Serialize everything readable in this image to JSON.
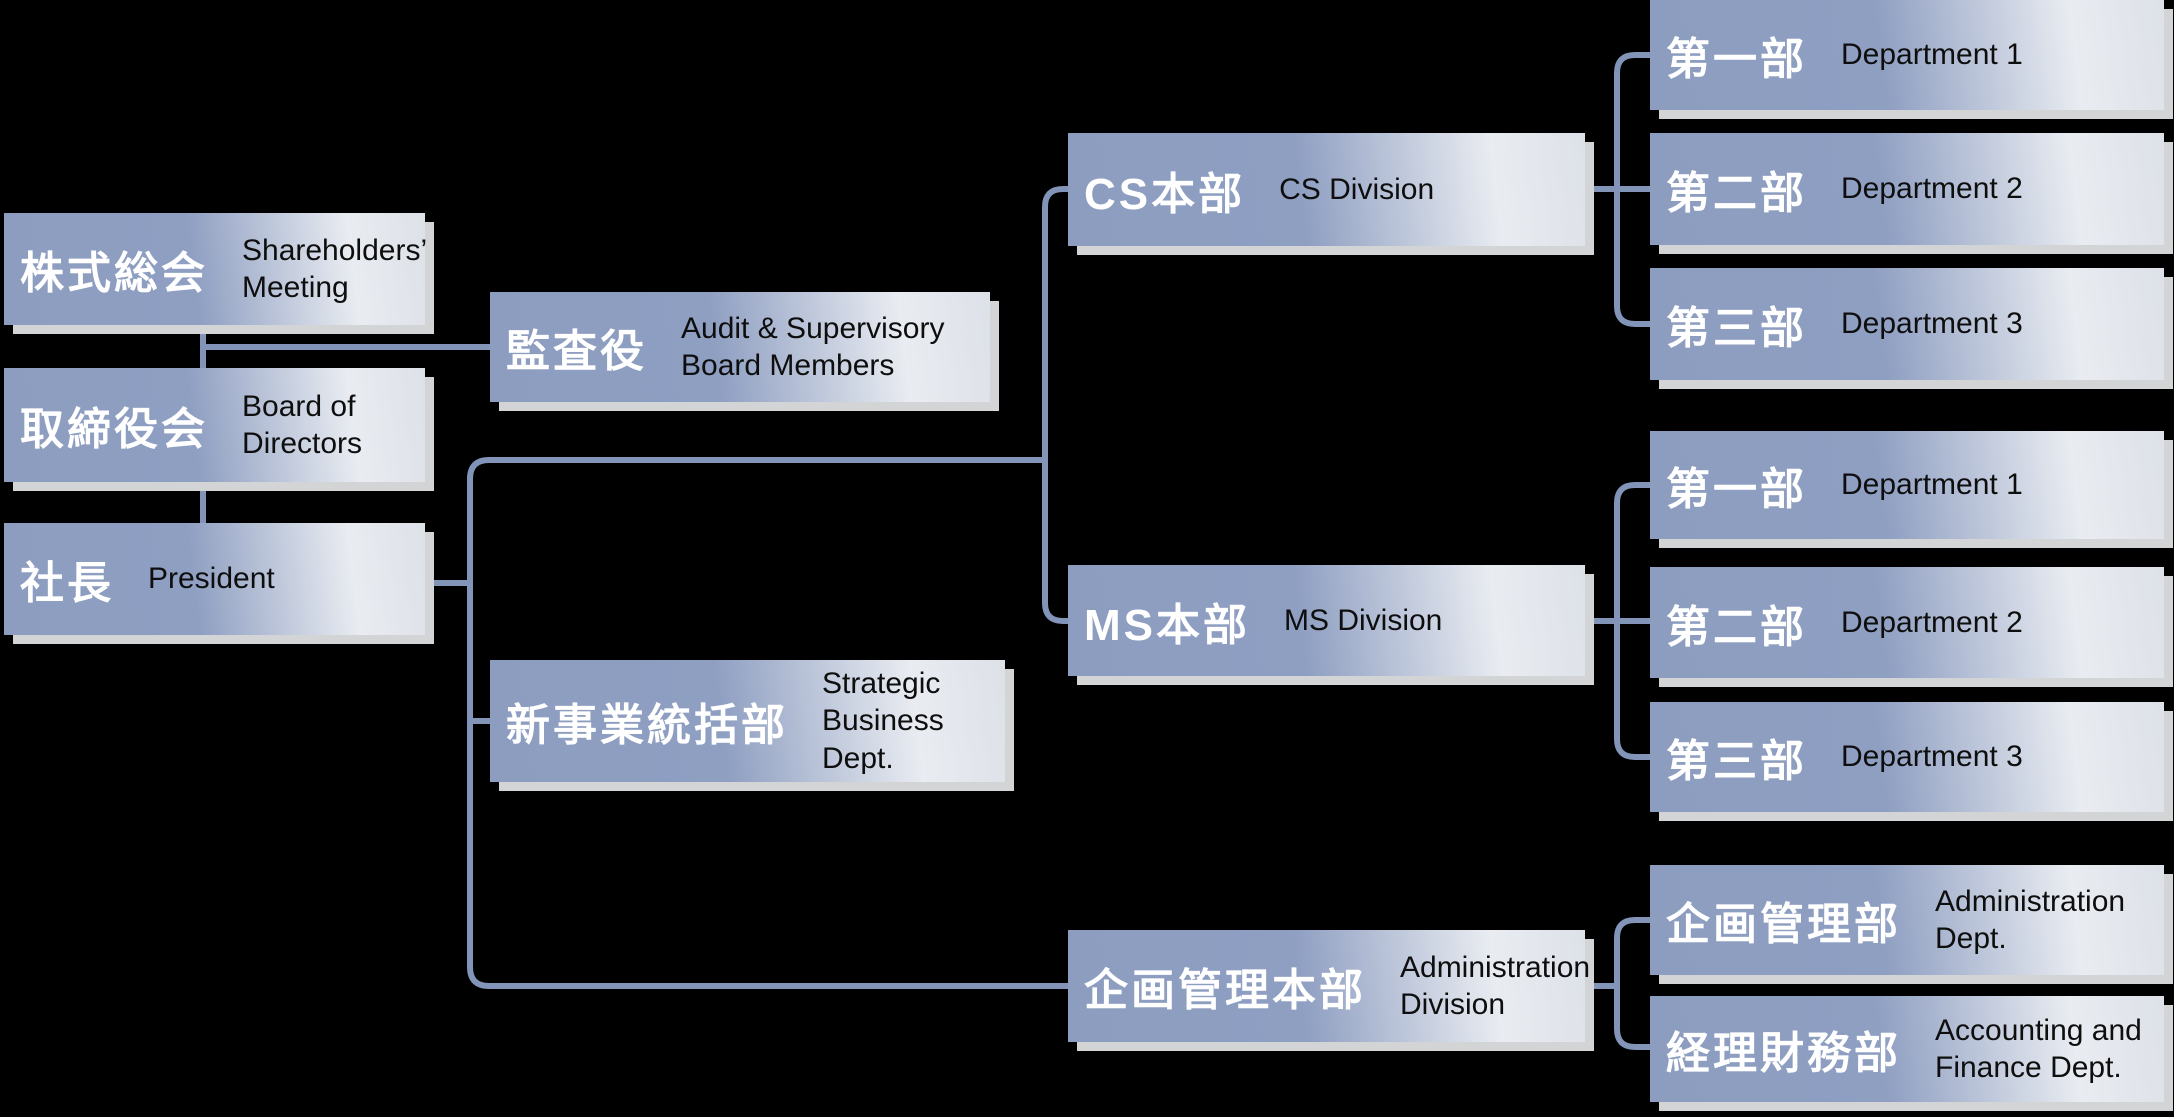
{
  "palette": {
    "background": "#000000",
    "connector": "#8294b8",
    "box_gradient_left": "#8d9dc0",
    "box_gradient_mid": "#8f9fc2",
    "box_gradient_right": "#e9ecf1",
    "box_gradient_edge": "#dde1e8",
    "box_shadow": "#d3d4d6",
    "jp_text": "#ffffff",
    "en_text": "#0e0e0e"
  },
  "nodes": {
    "shareholders": {
      "jp": "株式総会",
      "en": "Shareholders’\nMeeting"
    },
    "board": {
      "jp": "取締役会",
      "en": "Board of\nDirectors"
    },
    "president": {
      "jp": "社長",
      "en": "President"
    },
    "audit": {
      "jp": "監査役",
      "en": "Audit & Supervisory\nBoard Members"
    },
    "strategic": {
      "jp": "新事業統括部",
      "en": "Strategic\nBusiness Dept."
    },
    "cs_division": {
      "jp": "CS本部",
      "en": "CS Division"
    },
    "ms_division": {
      "jp": "MS本部",
      "en": "MS Division"
    },
    "admin_division": {
      "jp": "企画管理本部",
      "en": "Administration\nDivision"
    }
  },
  "cs_departments": [
    {
      "jp": "第一部",
      "en": "Department 1"
    },
    {
      "jp": "第二部",
      "en": "Department 2"
    },
    {
      "jp": "第三部",
      "en": "Department 3"
    }
  ],
  "ms_departments": [
    {
      "jp": "第一部",
      "en": "Department 1"
    },
    {
      "jp": "第二部",
      "en": "Department 2"
    },
    {
      "jp": "第三部",
      "en": "Department 3"
    }
  ],
  "admin_departments": [
    {
      "jp": "企画管理部",
      "en": "Administration\nDept."
    },
    {
      "jp": "経理財務部",
      "en": "Accounting and\nFinance Dept."
    }
  ]
}
